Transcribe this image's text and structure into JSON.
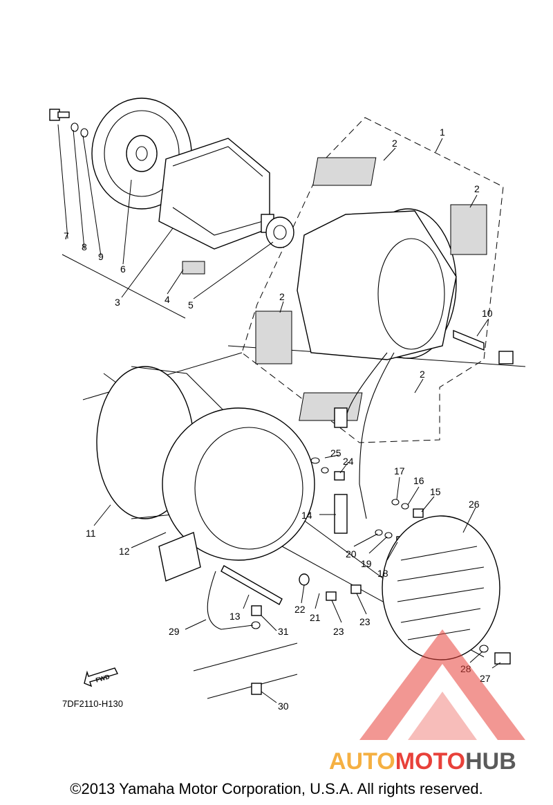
{
  "diagram": {
    "callouts": [
      "1",
      "2",
      "2",
      "2",
      "2",
      "3",
      "4",
      "5",
      "6",
      "7",
      "8",
      "9",
      "10",
      "11",
      "12",
      "13",
      "14",
      "15",
      "16",
      "17",
      "18",
      "19",
      "20",
      "21",
      "22",
      "23",
      "23",
      "24",
      "25",
      "26",
      "27",
      "28",
      "29",
      "30",
      "31"
    ],
    "code": "7DF2110-H130",
    "fwd_label": "FWD"
  },
  "watermark": {
    "text_part_a": "AUTO",
    "text_part_b": "MOTO",
    "text_part_c": "HUB",
    "colors": {
      "auto": "#f5b042",
      "moto": "#e8413a",
      "hub": "#5a5a5a",
      "triangle": "#e8413a"
    }
  },
  "footer": {
    "copyright": "©2013 Yamaha Motor Corporation, U.S.A. All rights reserved."
  }
}
